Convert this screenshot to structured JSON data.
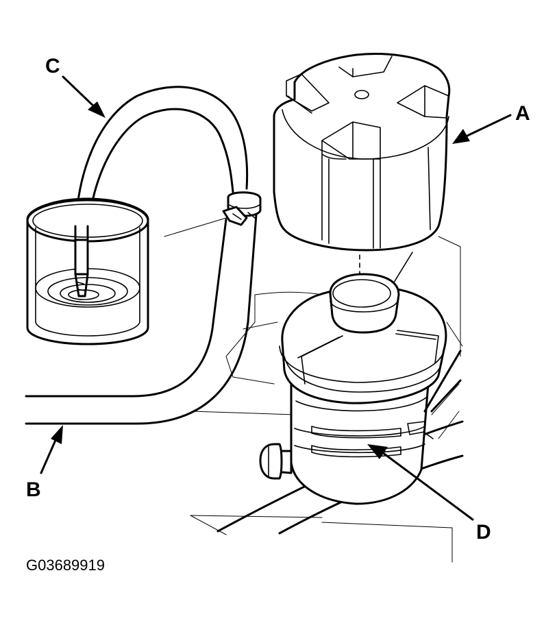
{
  "diagram": {
    "callouts": {
      "a": "A",
      "b": "B",
      "c": "C",
      "d": "D"
    },
    "figure_id": "G03689919"
  },
  "colors": {
    "line": "#000000",
    "background": "#ffffff"
  }
}
